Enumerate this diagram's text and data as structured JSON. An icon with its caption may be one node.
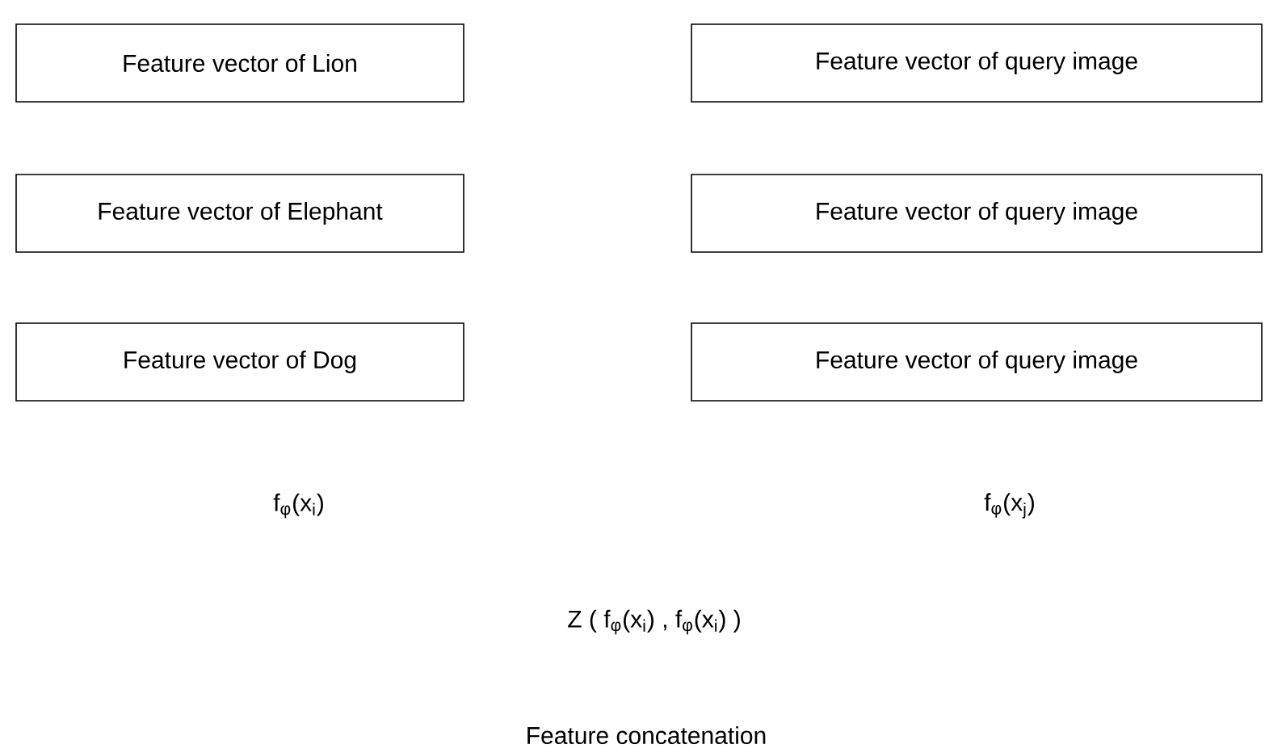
{
  "diagram": {
    "nodes": [
      {
        "text": [
          "Feature vector of Lion"
        ]
      },
      {
        "text": [
          "Feature vector of query image"
        ]
      },
      {
        "text": [
          "Feature vector of Elephant"
        ]
      },
      {
        "text": [
          "Feature vector of query image"
        ]
      },
      {
        "text": [
          "Feature vector of Dog"
        ]
      },
      {
        "text": [
          "Feature vector of query image"
        ]
      }
    ],
    "labels": [
      "f$_{φ}$(x$_{i}$)",
      "f$_{φ}$(x$_{j}$)",
      "Z ( f$_{φ}$(x$_{i}$) , f$_{φ}$(x$_{i}$) )",
      "Feature concatenation"
    ]
  }
}
